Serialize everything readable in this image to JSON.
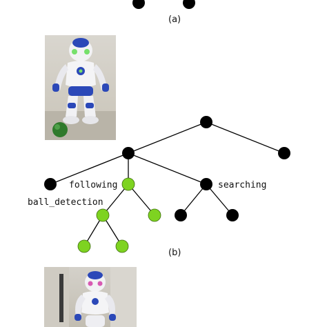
{
  "captions": {
    "a": "(a)",
    "b": "(b)"
  },
  "tree": {
    "node_labels": {
      "following": "following",
      "searching": "searching",
      "ball_detection": "ball_detection"
    }
  },
  "colors": {
    "inactive_node": "#000000",
    "active_node": "#7ed321",
    "edge": "#000000"
  },
  "images": {
    "photo_top": "nao-robot-with-green-ball-photo",
    "photo_bottom": "nao-robot-crouching-photo"
  }
}
